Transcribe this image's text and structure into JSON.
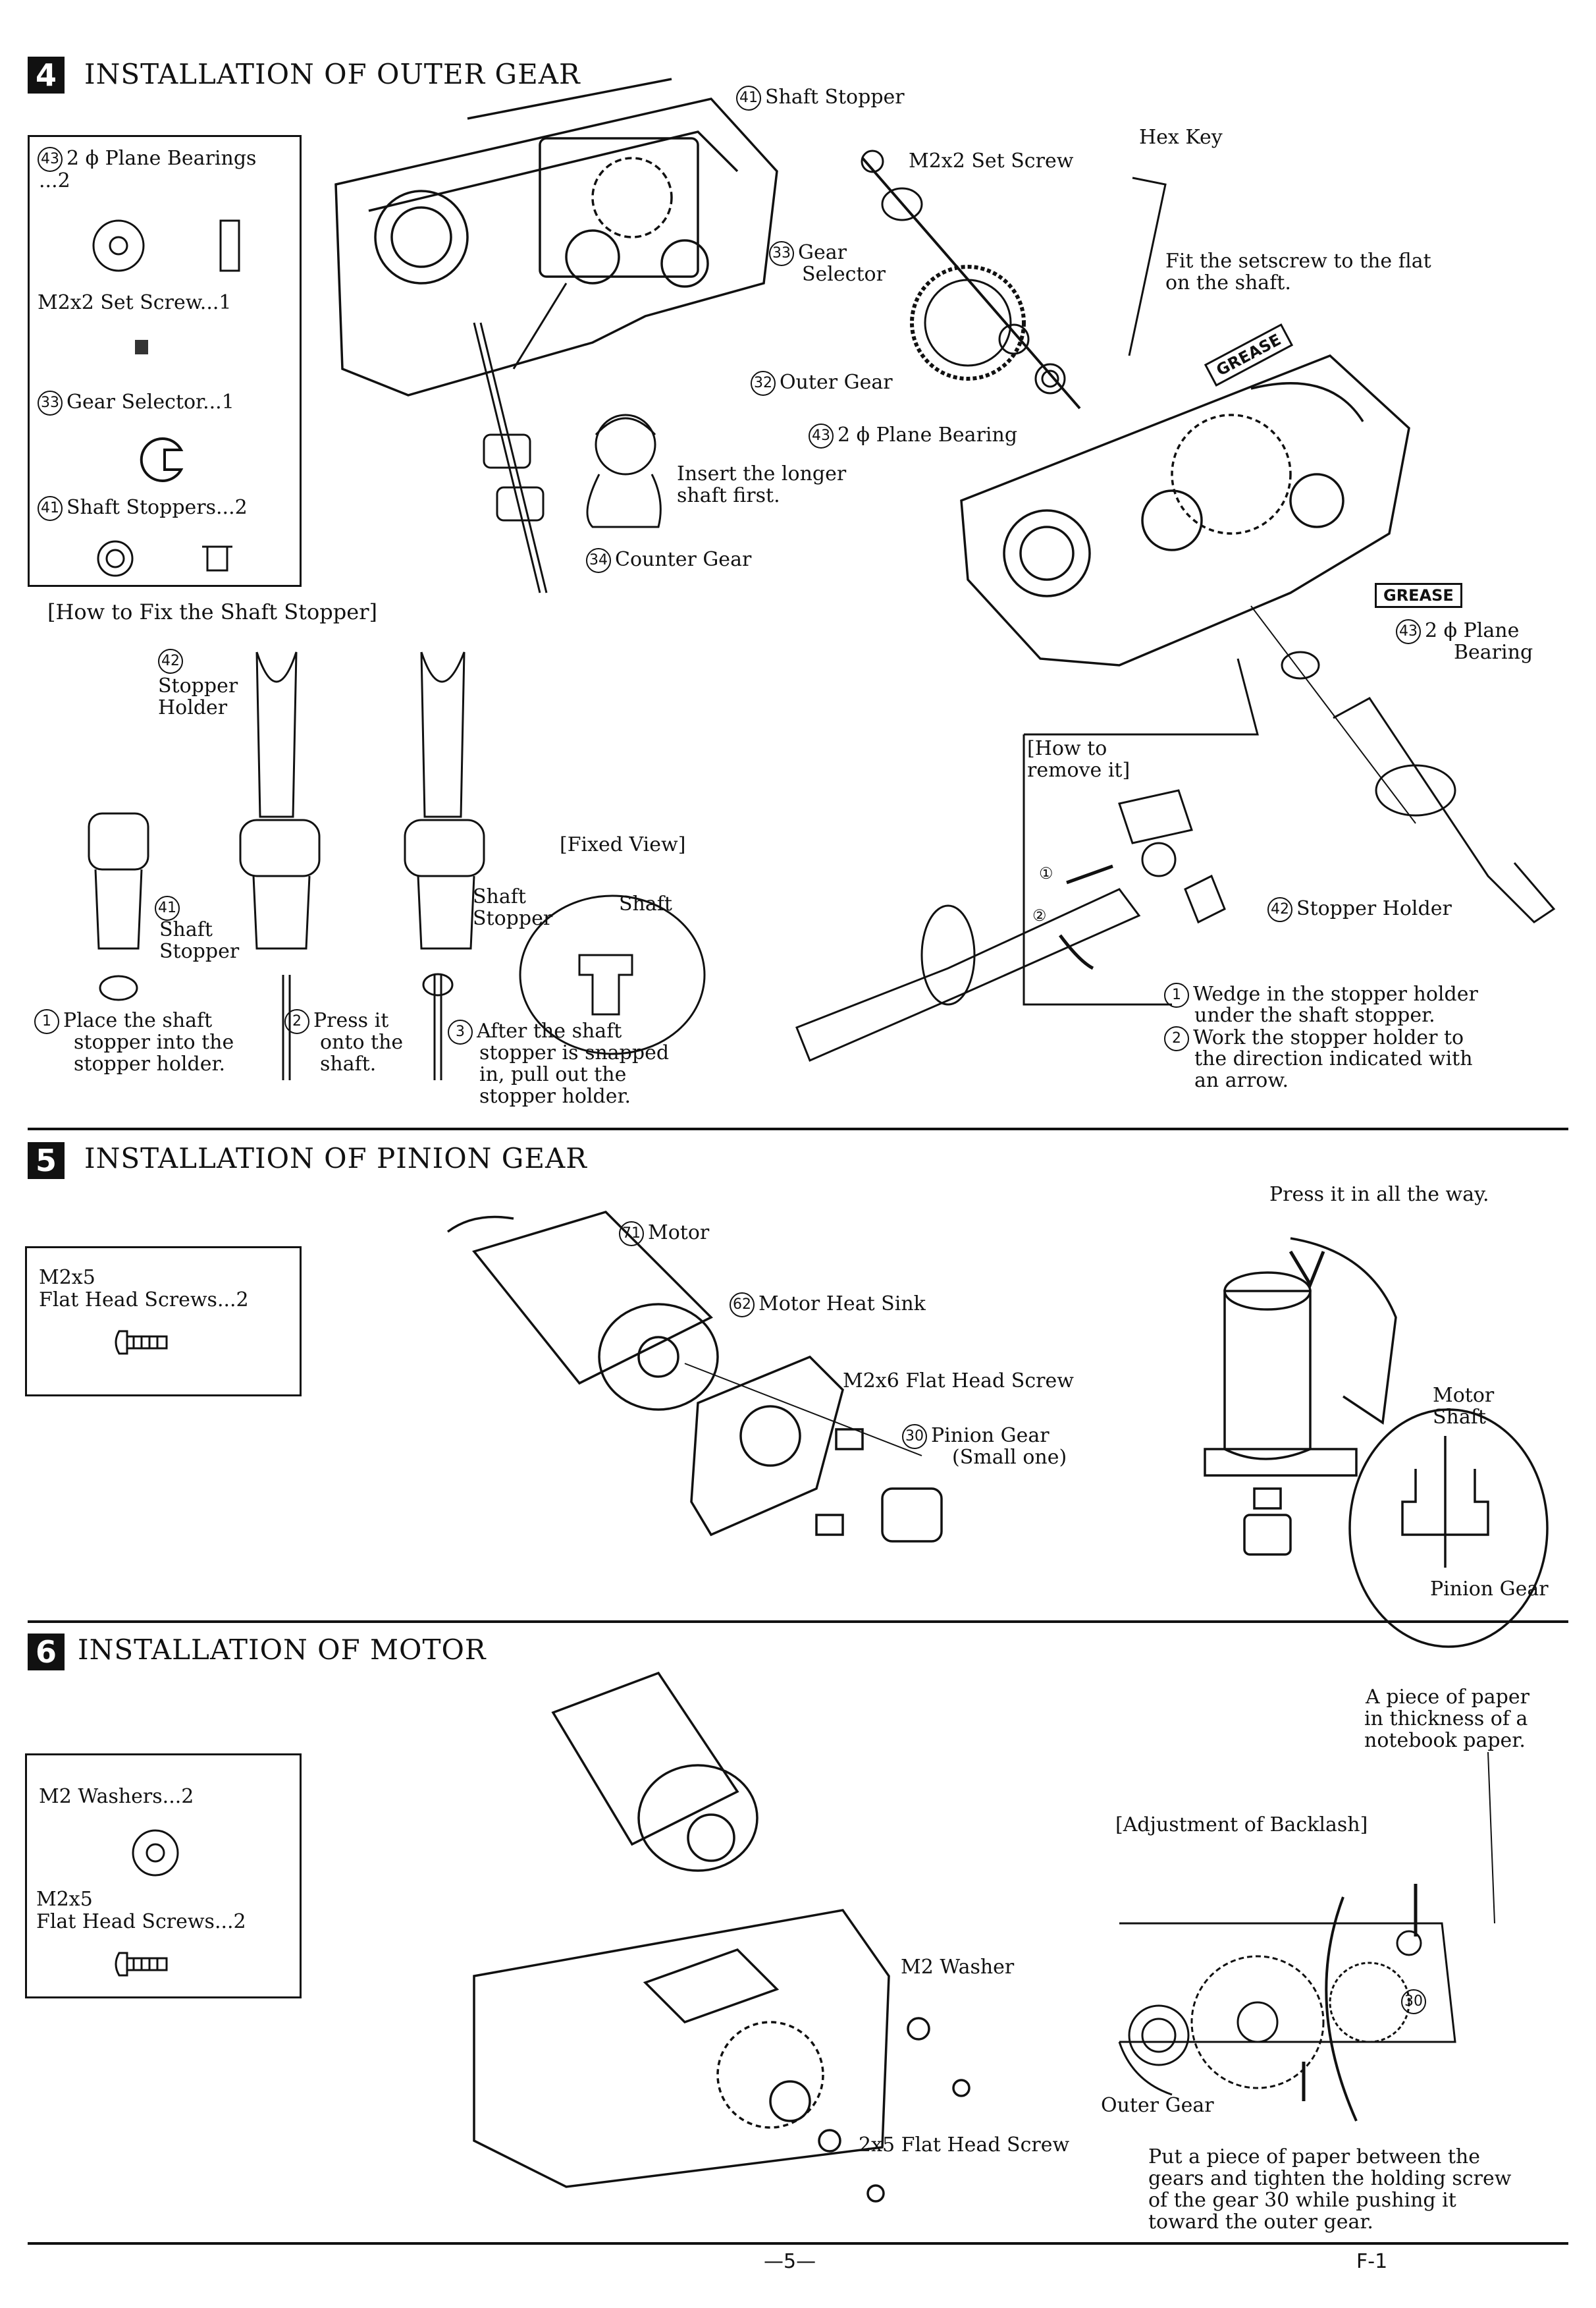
{
  "section4": {
    "number": "4",
    "title": "INSTALLATION OF OUTER GEAR",
    "parts": {
      "bearings": {
        "num": "43",
        "label": "2 ϕ Plane Bearings",
        "qty": "...2"
      },
      "setscrew": {
        "label": "M2x2 Set Screw...1"
      },
      "selector": {
        "num": "33",
        "label": "Gear Selector...1"
      },
      "stoppers": {
        "num": "41",
        "label": "Shaft Stoppers...2"
      }
    },
    "how_to_fix": "[How to Fix the Shaft Stopper]",
    "stopper_holder_num": "42",
    "stopper_holder_label": "Stopper Holder",
    "shaft_stopper_num": "41",
    "shaft_stopper_label": "Shaft Stopper",
    "step1_num": "1",
    "step1": [
      "Place the shaft",
      "stopper into the",
      "stopper holder."
    ],
    "step2_num": "2",
    "step2": [
      "Press it",
      "onto the",
      "shaft."
    ],
    "step3_num": "3",
    "step3": [
      "After the shaft",
      "stopper is snapped",
      "in, pull out the",
      "stopper holder."
    ],
    "fixed_view": "[Fixed View]",
    "fv_shaft_stopper": "Shaft Stopper",
    "fv_shaft": "Shaft",
    "insert_note": [
      "Insert the longer",
      "shaft first."
    ],
    "counter_gear_num": "34",
    "counter_gear": "Counter Gear",
    "callout_shaft_stopper_num": "41",
    "callout_shaft_stopper": "Shaft Stopper",
    "callout_setscrew": "M2x2 Set Screw",
    "callout_hexkey": "Hex Key",
    "callout_gear_selector_num": "33",
    "callout_gear_selector": [
      "Gear",
      "Selector"
    ],
    "fit_note": [
      "Fit the setscrew to the flat",
      "on the shaft."
    ],
    "callout_outer_gear_num": "32",
    "callout_outer_gear": "Outer Gear",
    "callout_bearing1_num": "43",
    "callout_bearing1": "2 ϕ Plane Bearing",
    "grease1": "GREASE",
    "grease2": "GREASE",
    "callout_bearing2_num": "43",
    "callout_bearing2": [
      "2 ϕ Plane",
      "Bearing"
    ],
    "how_remove": [
      "[How to",
      "remove it]"
    ],
    "callout_stopper_holder_num": "42",
    "callout_stopper_holder": "Stopper Holder",
    "remove_step1_num": "1",
    "remove_step1": [
      "Wedge in the stopper holder",
      "under the shaft stopper."
    ],
    "remove_step2_num": "2",
    "remove_step2": [
      "Work the stopper holder to",
      "the direction indicated with",
      "an arrow."
    ],
    "mark1": "①",
    "mark2": "②"
  },
  "section5": {
    "number": "5",
    "title": "INSTALLATION OF PINION GEAR",
    "parts": [
      "M2x5",
      "Flat Head Screws...2"
    ],
    "motor_num": "71",
    "motor": "Motor",
    "heatsink_num": "62",
    "heatsink": "Motor Heat Sink",
    "flat_screw": "M2x6 Flat Head Screw",
    "pinion_num": "30",
    "pinion": [
      "Pinion Gear",
      "(Small one)"
    ],
    "press_note": "Press it in all the way.",
    "motor_shaft": [
      "Motor",
      "Shaft"
    ],
    "pinion_gear": "Pinion Gear"
  },
  "section6": {
    "number": "6",
    "title": "INSTALLATION OF MOTOR",
    "parts_washer": "M2 Washers...2",
    "parts_screws": [
      "M2x5",
      "Flat Head Screws...2"
    ],
    "washer": "M2 Washer",
    "screw": "2x5 Flat Head Screw",
    "paper_note": [
      "A piece of paper",
      "in thickness of a",
      "notebook paper."
    ],
    "backlash": "[Adjustment of Backlash]",
    "outer_gear": "Outer Gear",
    "gear30": "30",
    "put_note": [
      "Put a piece of paper between the",
      "gears and tighten the holding screw",
      "of the gear 30 while pushing it",
      "toward the outer gear."
    ]
  },
  "footer": {
    "page": "—5—",
    "code": "F-1"
  }
}
